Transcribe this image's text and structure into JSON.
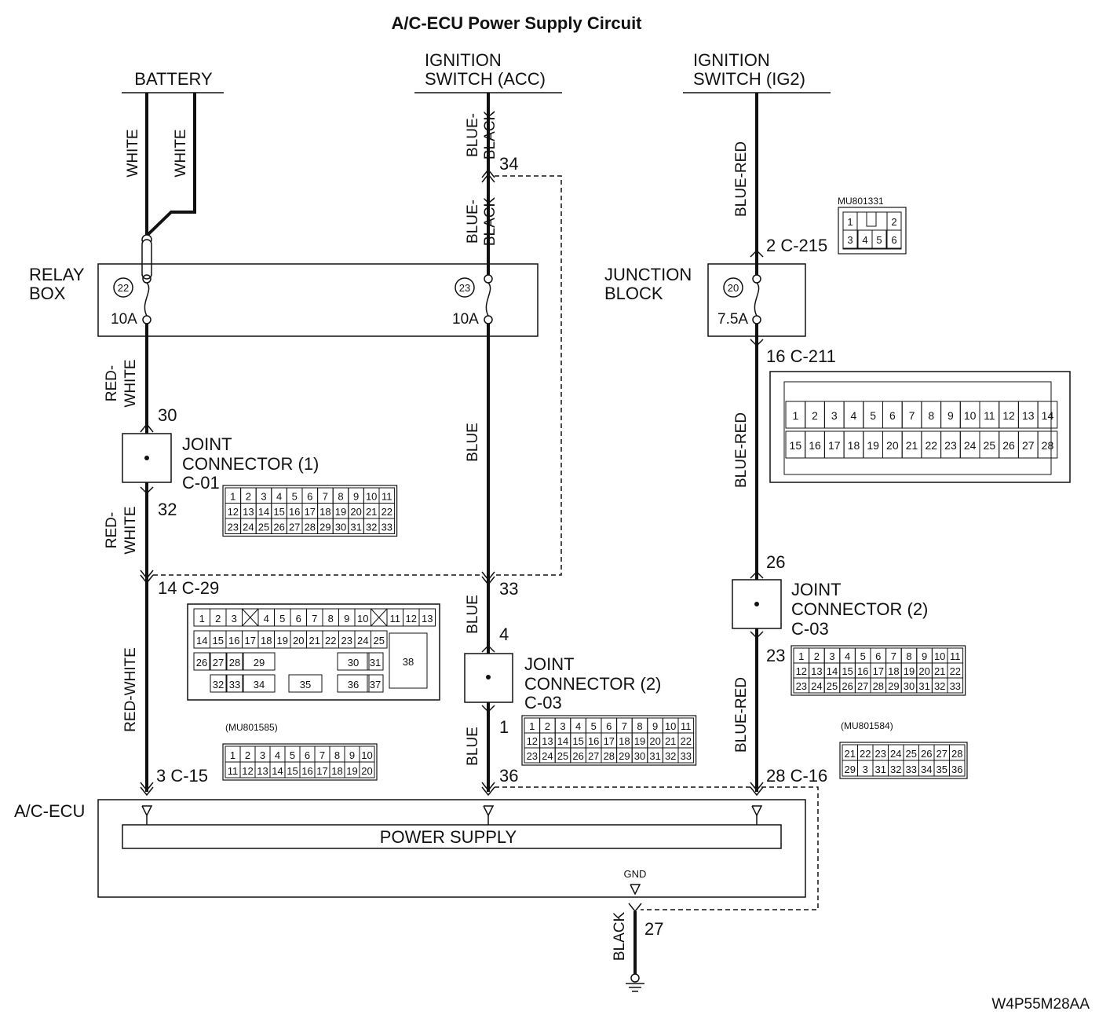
{
  "title": "A/C-ECU Power Supply Circuit",
  "figure_code": "W4P55M28AA",
  "sources": {
    "battery": "BATTERY",
    "ign_acc_l1": "IGNITION",
    "ign_acc_l2": "SWITCH (ACC)",
    "ign_ig2_l1": "IGNITION",
    "ign_ig2_l2": "SWITCH (IG2)"
  },
  "wires": {
    "white_a": "WHITE",
    "white_b": "WHITE",
    "blue_black_a": "BLUE-\nBLACK",
    "blue_black_b": "BLUE-\nBLACK",
    "blue_red_top": "BLUE-RED",
    "red_white_a": "RED-\nWHITE",
    "red_white_b": "RED-\nWHITE",
    "red_white_c": "RED-WHITE",
    "blue_a": "BLUE",
    "blue_b": "BLUE",
    "blue_c": "BLUE",
    "blue_red_mid": "BLUE-RED",
    "blue_red_bot": "BLUE-RED",
    "black": "BLACK"
  },
  "relay_box": {
    "label_l1": "RELAY",
    "label_l2": "BOX",
    "fuse1_no": "22",
    "fuse1_rating": "10A",
    "fuse2_no": "23",
    "fuse2_rating": "10A"
  },
  "junction_block": {
    "label_l1": "JUNCTION",
    "label_l2": "BLOCK",
    "fuse_no": "20",
    "fuse_rating": "7.5A"
  },
  "pins": {
    "p34": "34",
    "p2_c215": "2  C-215",
    "p16_c211": "16  C-211",
    "p30": "30",
    "p32": "32",
    "p14_c29": "14  C-29",
    "p33": "33",
    "p4": "4",
    "p1": "1",
    "p36": "36",
    "p3_c15": "3  C-15",
    "p26": "26",
    "p23": "23",
    "p28_c16": "28  C-16",
    "p27": "27"
  },
  "joint1": {
    "l1": "JOINT",
    "l2": "CONNECTOR (1)",
    "l3": "C-01"
  },
  "joint2a": {
    "l1": "JOINT",
    "l2": "CONNECTOR (2)",
    "l3": "C-03"
  },
  "joint2b": {
    "l1": "JOINT",
    "l2": "CONNECTOR (2)",
    "l3": "C-03"
  },
  "part_numbers": {
    "c215": "MU801331",
    "c15": "(MU801585)",
    "c16": "(MU801584)"
  },
  "ecu": {
    "label": "A/C-ECU",
    "power": "POWER SUPPLY",
    "gnd": "GND"
  },
  "connector_pins": {
    "c01_rows": [
      [
        "1",
        "2",
        "3",
        "4",
        "5",
        "6",
        "7",
        "8",
        "9",
        "10",
        "11"
      ],
      [
        "12",
        "13",
        "14",
        "15",
        "16",
        "17",
        "18",
        "19",
        "20",
        "21",
        "22"
      ],
      [
        "23",
        "24",
        "25",
        "26",
        "27",
        "28",
        "29",
        "30",
        "31",
        "32",
        "33"
      ]
    ],
    "c03_rows": [
      [
        "1",
        "2",
        "3",
        "4",
        "5",
        "6",
        "7",
        "8",
        "9",
        "10",
        "11"
      ],
      [
        "12",
        "13",
        "14",
        "15",
        "16",
        "17",
        "18",
        "19",
        "20",
        "21",
        "22"
      ],
      [
        "23",
        "24",
        "25",
        "26",
        "27",
        "28",
        "29",
        "30",
        "31",
        "32",
        "33"
      ]
    ],
    "c211_rows": [
      [
        "1",
        "2",
        "3",
        "4",
        "5",
        "6",
        "7",
        "8",
        "9",
        "10",
        "11",
        "12",
        "13",
        "14"
      ],
      [
        "15",
        "16",
        "17",
        "18",
        "19",
        "20",
        "21",
        "22",
        "23",
        "24",
        "25",
        "26",
        "27",
        "28"
      ]
    ],
    "c15_rows": [
      [
        "1",
        "2",
        "3",
        "4",
        "5",
        "6",
        "7",
        "8",
        "9",
        "10"
      ],
      [
        "11",
        "12",
        "13",
        "14",
        "15",
        "16",
        "17",
        "18",
        "19",
        "20"
      ]
    ],
    "c16_rows": [
      [
        "21",
        "22",
        "23",
        "24",
        "25",
        "26",
        "27",
        "28"
      ],
      [
        "29",
        "3",
        "31",
        "32",
        "33",
        "34",
        "35",
        "36"
      ]
    ],
    "c215_pins": [
      "1",
      "2",
      "3",
      "4",
      "5",
      "6"
    ],
    "c29_rows": [
      [
        "1",
        "2",
        "3",
        "",
        "4",
        "5",
        "6",
        "7",
        "8",
        "9",
        "10",
        "",
        "11",
        "12",
        "13"
      ],
      [
        "14",
        "15",
        "16",
        "17",
        "18",
        "19",
        "20",
        "21",
        "22",
        "23",
        "24",
        "25"
      ],
      [
        "26",
        "27",
        "28",
        "29",
        "30",
        "31",
        "38"
      ],
      [
        "32",
        "33",
        "34",
        "35",
        "36",
        "37"
      ]
    ]
  }
}
